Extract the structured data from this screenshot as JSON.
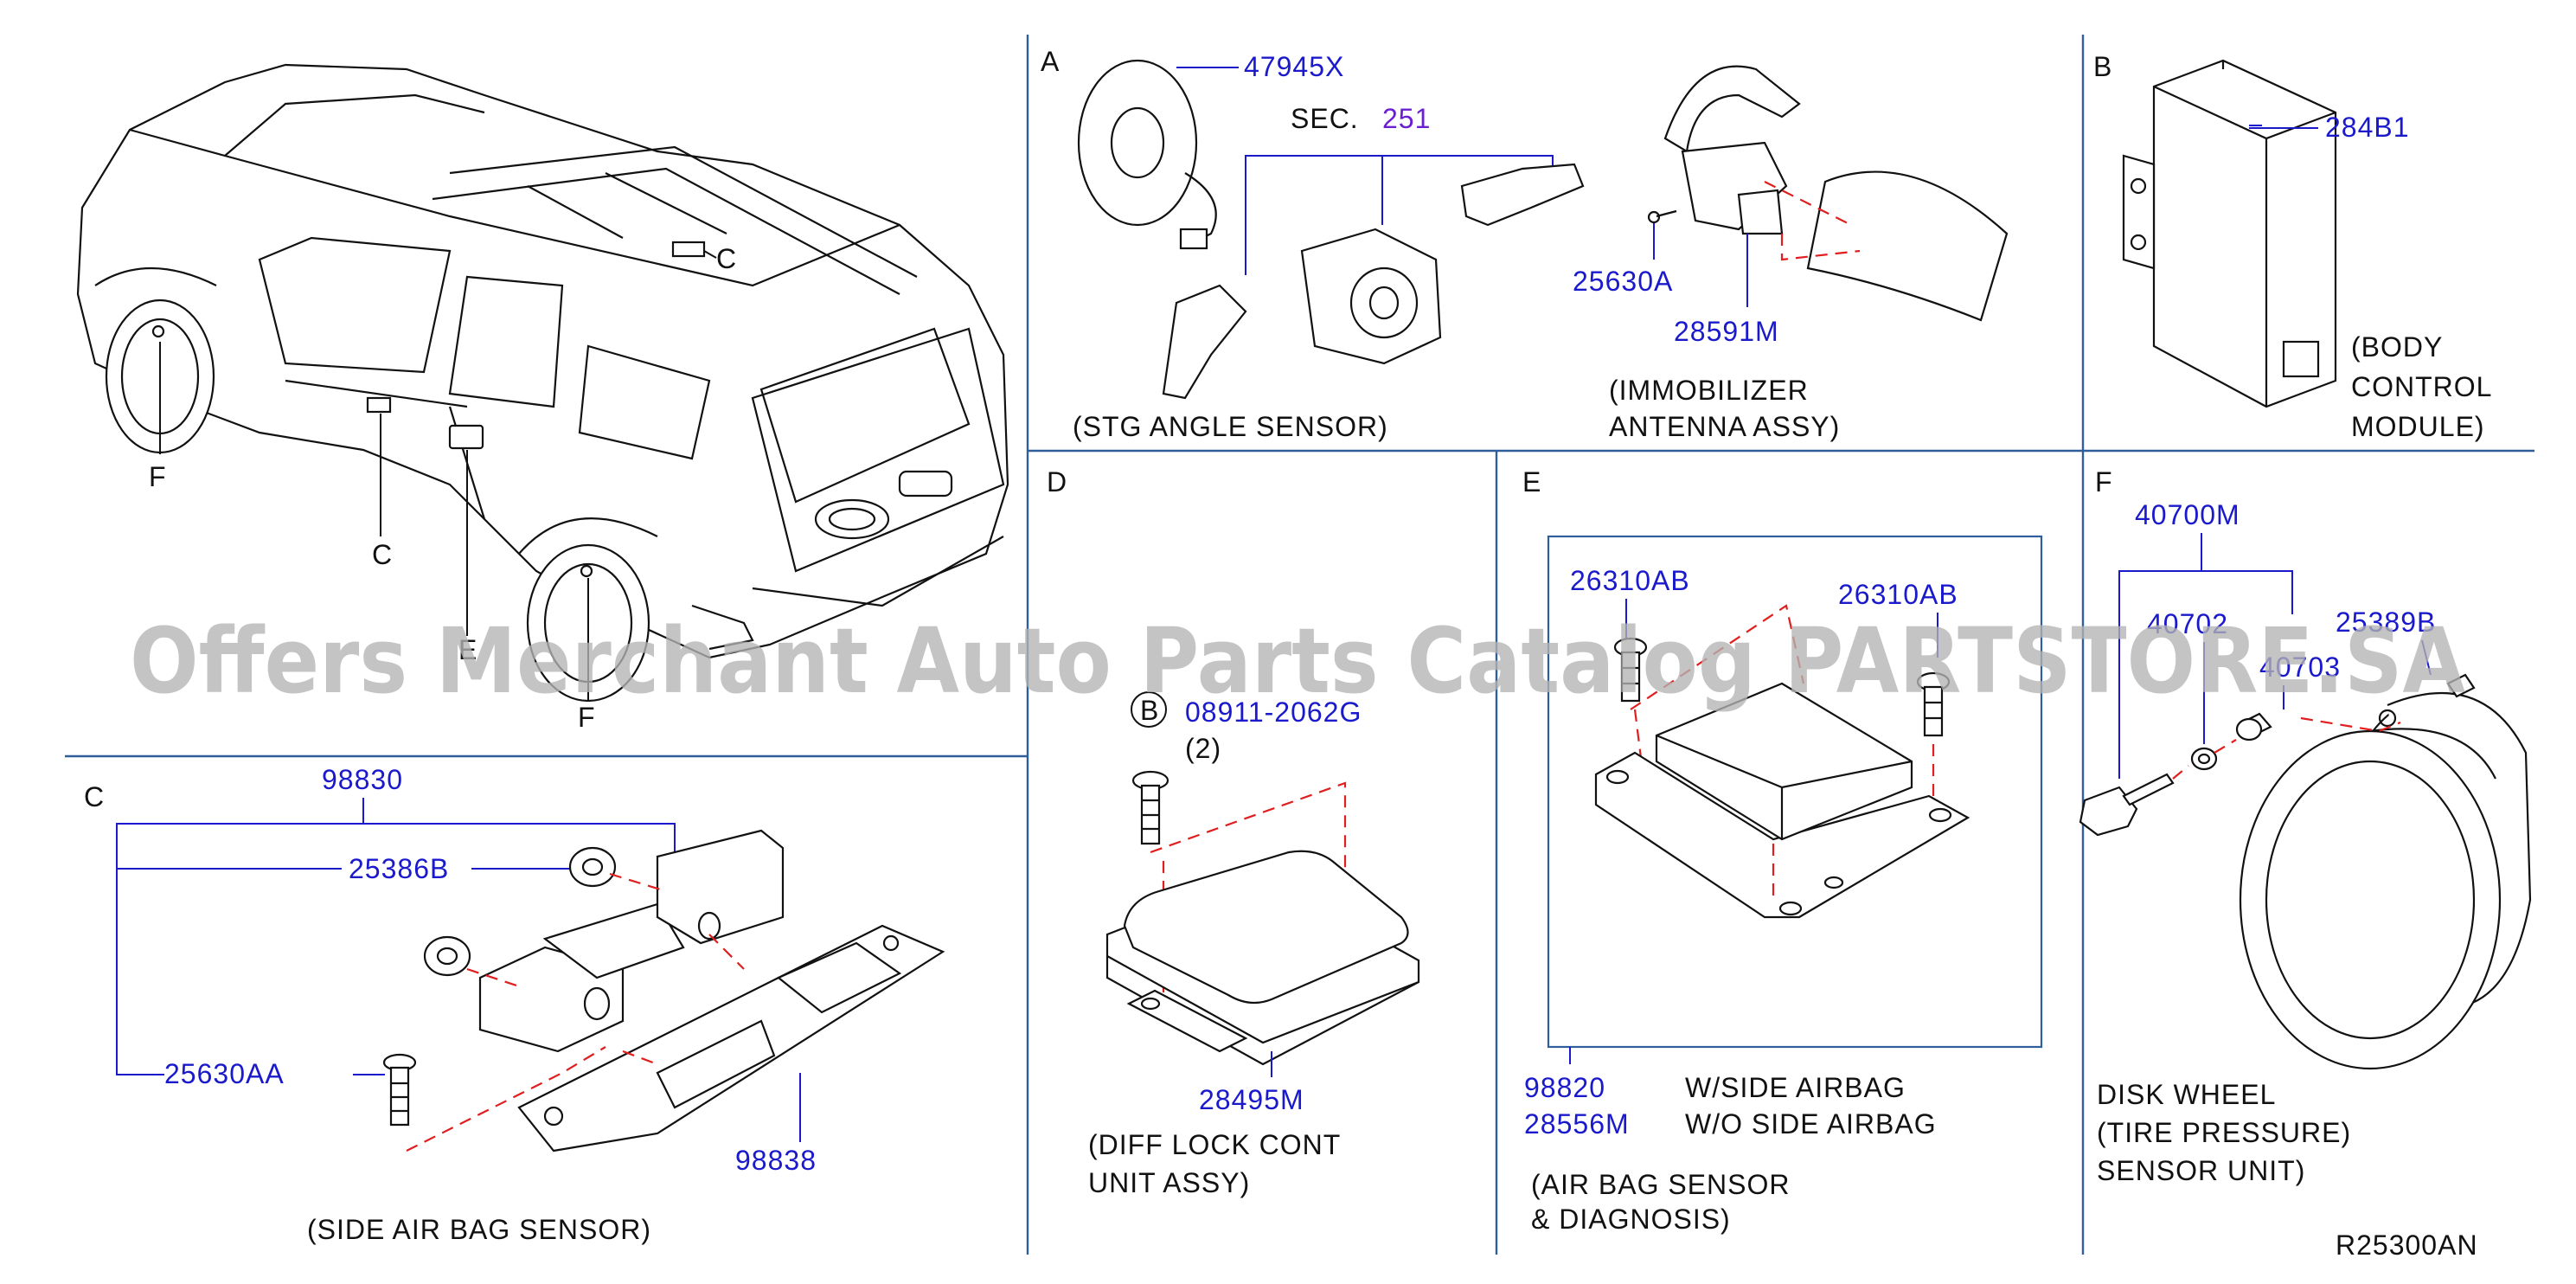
{
  "vehicle": {
    "callouts": [
      "F",
      "C",
      "E",
      "F",
      "C"
    ]
  },
  "watermark": "Offers Merchant Auto Parts Catalog PARTSTORE.SA",
  "sections": {
    "A": {
      "letter": "A",
      "labels": {
        "p47945x": "47945X",
        "sec_prefix": "SEC.",
        "sec_num": "251",
        "p25630a": "25630A",
        "p28591m": "28591M"
      },
      "caption_stg": "(STG  ANGLE  SENSOR)",
      "caption_immob_1": "(IMMOBILIZER",
      "caption_immob_2": "ANTENNA  ASSY)"
    },
    "B": {
      "letter": "B",
      "labels": {
        "p284b1": "284B1"
      },
      "caption": [
        "(BODY",
        "CONTROL",
        "MODULE)"
      ]
    },
    "C": {
      "letter": "C",
      "labels": {
        "p98830": "98830",
        "p25386b": "25386B",
        "p25630aa": "25630AA",
        "p98838": "98838"
      },
      "caption": "(SIDE  AIR  BAG  SENSOR)"
    },
    "D": {
      "letter": "D",
      "bolt_ref": "B",
      "labels": {
        "bolt": "08911-2062G",
        "qty": "(2)",
        "p28495m": "28495M"
      },
      "caption": [
        "(DIFF  LOCK  CONT",
        "UNIT  ASSY)"
      ]
    },
    "E": {
      "letter": "E",
      "labels": {
        "bolt_left": "26310AB",
        "bolt_right": "26310AB",
        "p98820": "98820",
        "p28556m": "28556M"
      },
      "variants": [
        "W/SIDE  AIRBAG",
        "W/O  SIDE  AIRBAG"
      ],
      "caption": [
        "(AIR  BAG  SENSOR",
        "& DIAGNOSIS)"
      ]
    },
    "F": {
      "letter": "F",
      "labels": {
        "p40700m": "40700M",
        "p40702": "40702",
        "p40703": "40703",
        "p25389b": "25389B"
      },
      "caption": [
        "DISK  WHEEL",
        "(TIRE  PRESSURE)",
        "SENSOR  UNIT)"
      ]
    }
  },
  "diagram_code": "R25300AN",
  "colors": {
    "part_number": "#1a1acc",
    "section_ref": "#6a1fd1",
    "text": "#111111",
    "divider": "#2f5f9a",
    "dashed_guide": "#e01e1e"
  }
}
